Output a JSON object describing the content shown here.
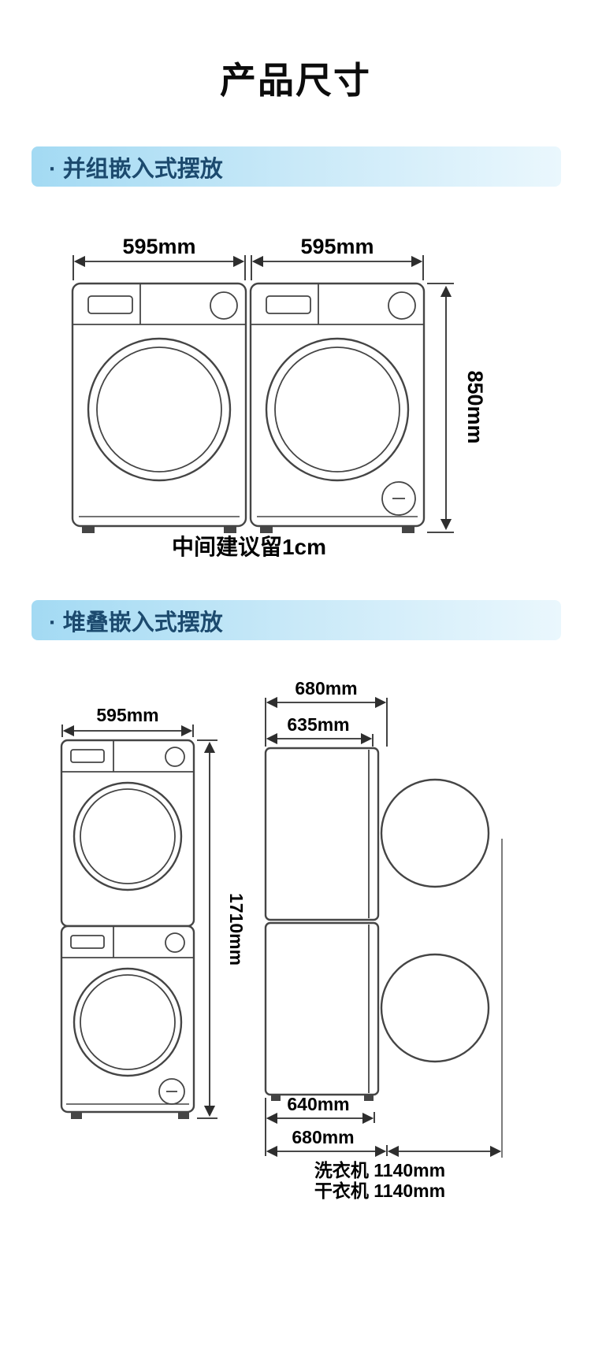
{
  "page": {
    "title": "产品尺寸"
  },
  "section1": {
    "header": "· 并组嵌入式摆放",
    "dims": {
      "width_left": "595mm",
      "width_right": "595mm",
      "height": "850mm"
    },
    "caption": "中间建议留1cm"
  },
  "section2": {
    "header": "· 堆叠嵌入式摆放",
    "front": {
      "width": "595mm",
      "height": "1710mm"
    },
    "side": {
      "top_outer": "680mm",
      "top_inner": "635mm",
      "bottom_inner": "640mm",
      "bottom_outer": "680mm",
      "washer_note": "洗衣机 1140mm",
      "dryer_note": "干衣机 1140mm"
    }
  },
  "colors": {
    "header_text": "#1c4a6e",
    "header_gradient_start": "#a3daf3",
    "header_gradient_end": "#eaf7fd",
    "drawing_line": "#454545",
    "text": "#000000"
  }
}
